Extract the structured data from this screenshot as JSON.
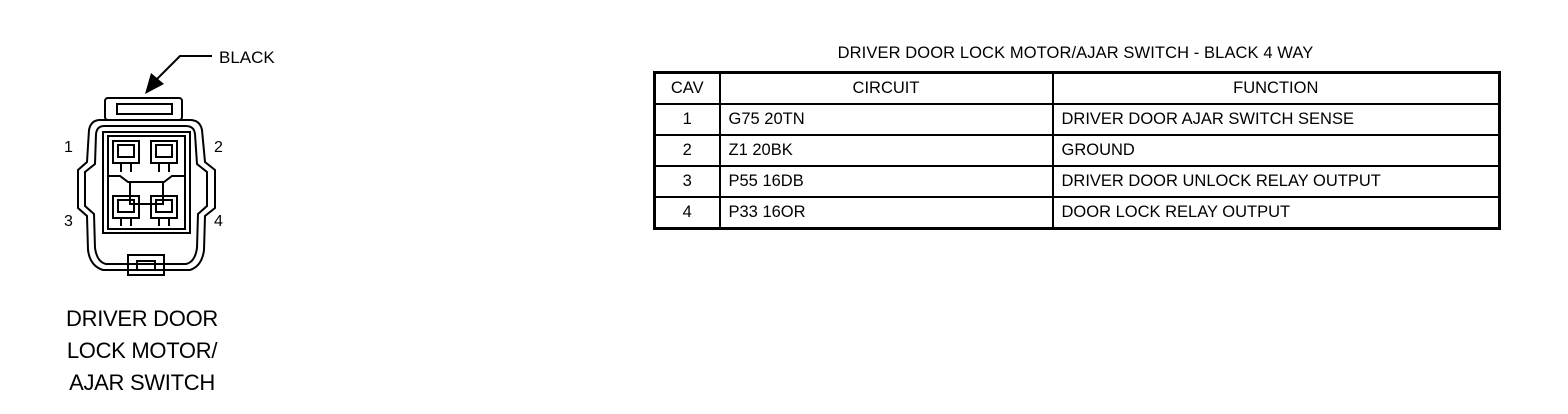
{
  "connector": {
    "callout_label": "BLACK",
    "cavity_labels": [
      "1",
      "2",
      "3",
      "4"
    ],
    "title_lines": [
      "DRIVER DOOR",
      "LOCK MOTOR/",
      "AJAR SWITCH"
    ]
  },
  "table": {
    "title": "DRIVER DOOR LOCK MOTOR/AJAR SWITCH - BLACK 4 WAY",
    "headers": [
      "CAV",
      "CIRCUIT",
      "FUNCTION"
    ],
    "rows": [
      {
        "cav": "1",
        "circuit": "G75 20TN",
        "function": "DRIVER DOOR AJAR SWITCH SENSE"
      },
      {
        "cav": "2",
        "circuit": "Z1 20BK",
        "function": "GROUND"
      },
      {
        "cav": "3",
        "circuit": "P55 16DB",
        "function": "DRIVER DOOR UNLOCK RELAY OUTPUT"
      },
      {
        "cav": "4",
        "circuit": "P33 16OR",
        "function": "DOOR LOCK RELAY OUTPUT"
      }
    ]
  }
}
